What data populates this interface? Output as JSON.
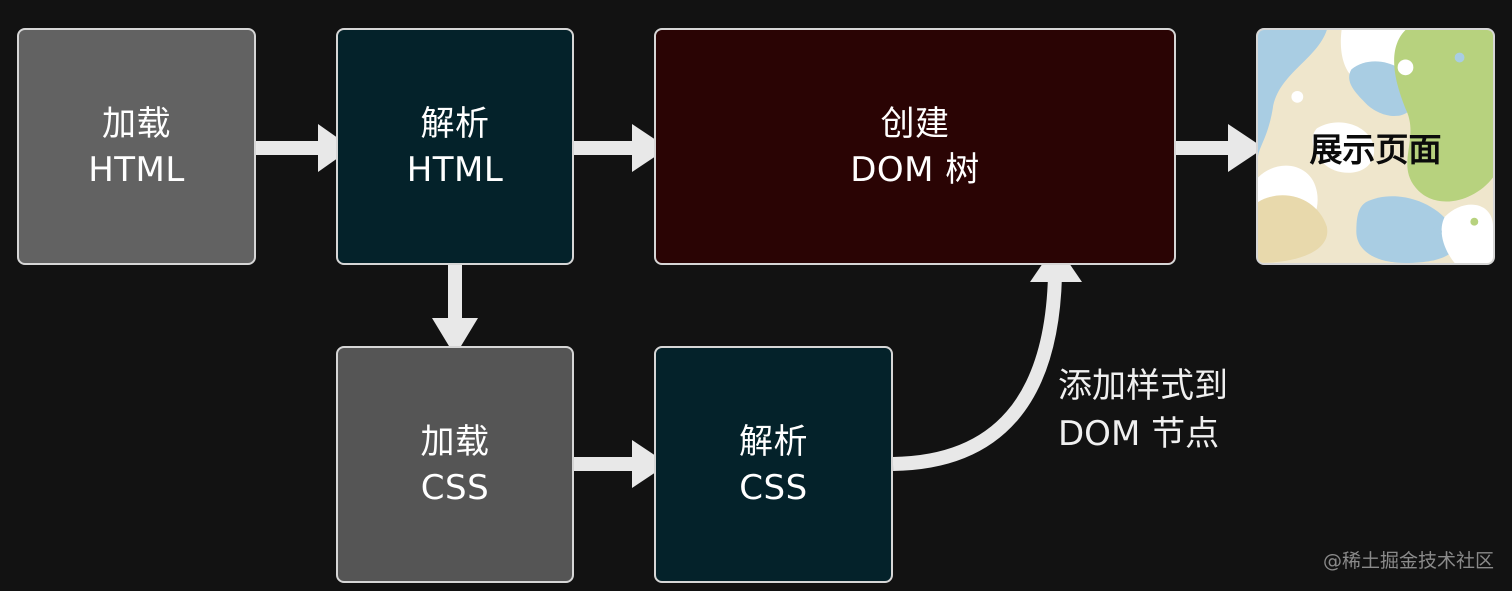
{
  "nodes": {
    "load_html": {
      "line1": "加载",
      "line2": "HTML"
    },
    "parse_html": {
      "line1": "解析",
      "line2": "HTML"
    },
    "create_dom": {
      "line1": "创建",
      "line2": "DOM 树"
    },
    "show_page": {
      "line1": "展示页面"
    },
    "load_css": {
      "line1": "加载",
      "line2": "CSS"
    },
    "parse_css": {
      "line1": "解析",
      "line2": "CSS"
    }
  },
  "edge_label": {
    "line1": "添加样式到",
    "line2": "DOM 节点"
  },
  "watermark": "@稀土掘金技术社区",
  "colors": {
    "load_box": "#626262",
    "parse_box": "#04222a",
    "dom_box": "#2a0404",
    "arrow": "#e8e8e8",
    "background": "#121212"
  }
}
